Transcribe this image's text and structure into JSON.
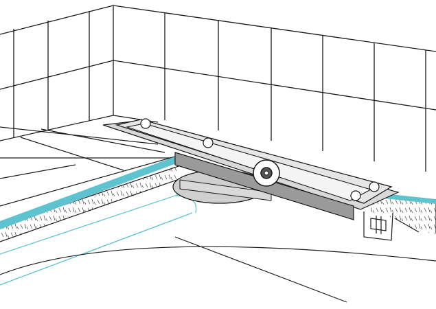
{
  "diagram": {
    "colors": {
      "line": "#1a1a1a",
      "membrane": "#5fc3cf",
      "pipe_line": "#5fc3cf",
      "channel": "#e6e6e6",
      "channel_dark": "#9a9a9a",
      "flange": "#d9d9d9",
      "outlet": "#cfcfcf",
      "background": "#ffffff"
    },
    "components": [
      {
        "id": "wall-tiles",
        "icon": "tile-grid"
      },
      {
        "id": "floor-tiles",
        "icon": "tile-grid"
      },
      {
        "id": "screed-layer",
        "icon": "hatch-pattern"
      },
      {
        "id": "waterproof-membrane",
        "icon": "band"
      },
      {
        "id": "drain-pipe",
        "icon": "pipe"
      },
      {
        "id": "linear-drain-channel",
        "icon": "channel"
      },
      {
        "id": "drain-outlet",
        "icon": "outlet"
      },
      {
        "id": "mounting-bracket",
        "icon": "bracket"
      }
    ]
  }
}
